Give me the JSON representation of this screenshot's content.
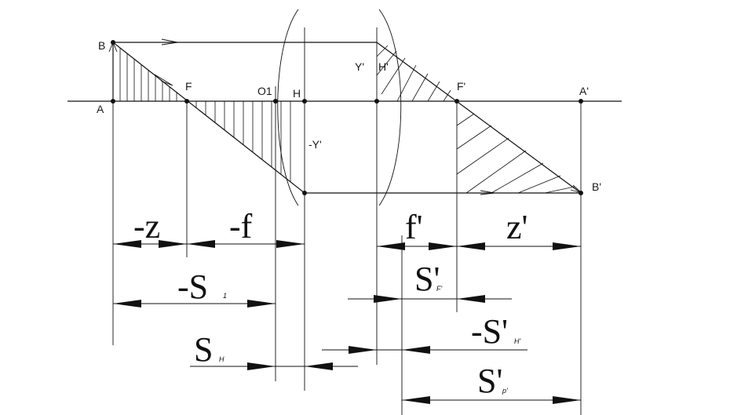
{
  "points": {
    "B": "B",
    "A": "A",
    "F": "F",
    "O1": "O1",
    "H": "H",
    "Y_prime": "Y'",
    "H_prime": "H'",
    "F_prime": "F'",
    "A_prime": "A'",
    "B_prime": "B'",
    "neg_Y_prime": "-Y'"
  },
  "dimensions": {
    "neg_z": "-z",
    "neg_f": "-f",
    "f_prime": "f'",
    "z_prime": "z'",
    "neg_S1_main": "-S",
    "neg_S1_sub": "1",
    "S_F_prime_main": "S'",
    "S_F_prime_sub": "F'",
    "S_H_main": "S",
    "S_H_sub": "H",
    "neg_S_H_prime_main": "-S'",
    "neg_S_H_prime_sub": "H'",
    "S_p_prime_main": "S'",
    "S_p_prime_sub": "p'"
  },
  "colors": {
    "ink": "#111111",
    "background": "#ffffff"
  }
}
